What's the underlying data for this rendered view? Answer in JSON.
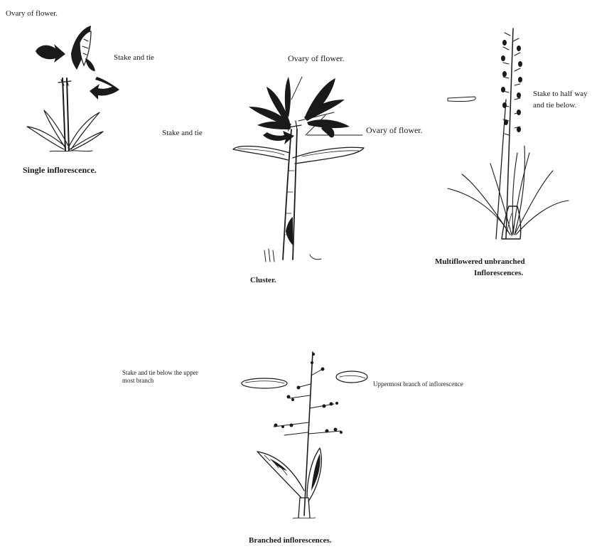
{
  "panel_single": {
    "ovary_label": "Ovary of flower.",
    "stake_label": "Stake and tie",
    "caption": "Single inflorescence."
  },
  "panel_cluster": {
    "ovary_top_label": "Ovary of flower.",
    "stake_label": "Stake and tie",
    "ovary_right_label": "Ovary of flower.",
    "caption": "Cluster."
  },
  "panel_multiflowered": {
    "stake_label_line1": "Stake to half way",
    "stake_label_line2": "and tie below.",
    "caption_line1": "Multiflowered unbranched",
    "caption_line2": "Inflorescences."
  },
  "panel_branched": {
    "stake_label_line1": "Stake and tie below the upper",
    "stake_label_line2": "most branch",
    "uppermost_label": "Uppermost branch of inflorescence",
    "caption": "Branched inflorescences."
  }
}
